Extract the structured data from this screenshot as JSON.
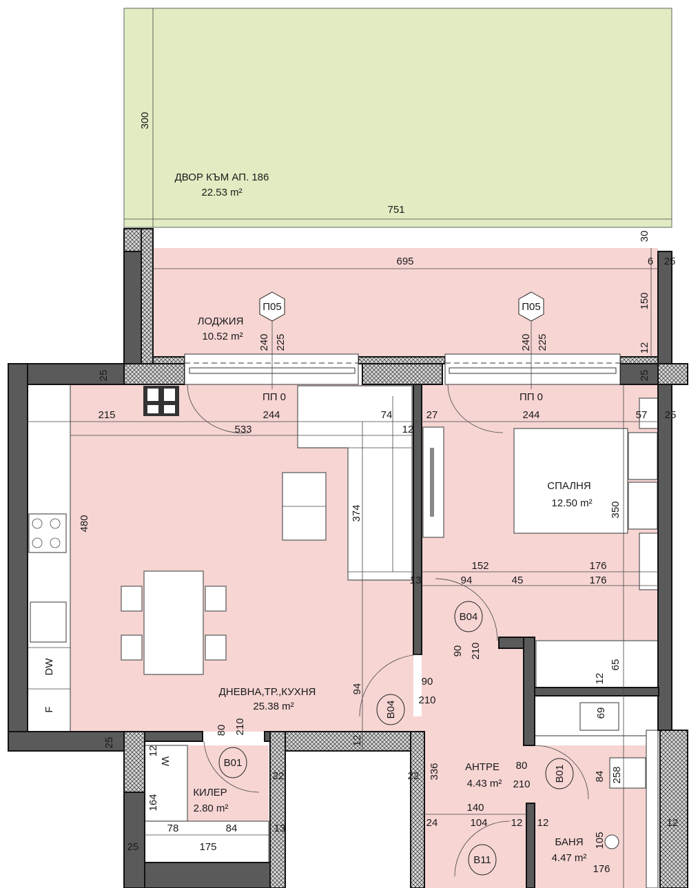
{
  "colors": {
    "yard": "#e1ecc2",
    "room": "#f6d5d3",
    "wall": "#5a5a5a"
  },
  "rooms": {
    "yard": {
      "name": "ДВОР КЪМ АП. 186",
      "area": "22.53 m²"
    },
    "loggia": {
      "name": "ЛОДЖИЯ",
      "area": "10.52 m²"
    },
    "bedroom": {
      "name": "СПАЛНЯ",
      "area": "12.50 m²"
    },
    "living": {
      "name": "ДНЕВНА,ТР.,КУХНЯ",
      "area": "25.38 m²"
    },
    "storage": {
      "name": "КИЛЕР",
      "area": "2.80 m²"
    },
    "hall": {
      "name": "АНТРЕ",
      "area": "4.43 m²"
    },
    "bath": {
      "name": "БАНЯ",
      "area": "4.47 m²"
    }
  },
  "tags": {
    "window_1": "П05",
    "window_2": "П05",
    "sill_1": "ПП 0",
    "sill_2": "ПП 0",
    "door_b04_a": "B04",
    "door_b04_b": "B04",
    "door_b01_a": "B01",
    "door_b01_b": "B01",
    "door_b11": "B11"
  },
  "appliances": {
    "dishwasher": "DW",
    "fridge": "F",
    "washer": "W"
  },
  "dimensions": [
    "300",
    "751",
    "30",
    "695",
    "6",
    "25",
    "150",
    "240",
    "225",
    "240",
    "225",
    "12",
    "25",
    "25",
    "215",
    "244",
    "74",
    "27",
    "244",
    "57",
    "25",
    "533",
    "12",
    "480",
    "374",
    "350",
    "152",
    "176",
    "13",
    "94",
    "45",
    "176",
    "90",
    "210",
    "65",
    "12",
    "94",
    "90",
    "210",
    "69",
    "80",
    "210",
    "12",
    "25",
    "12",
    "22",
    "22",
    "336",
    "80",
    "210",
    "84",
    "258",
    "164",
    "140",
    "24",
    "104",
    "12",
    "12",
    "12",
    "78",
    "84",
    "13",
    "25",
    "175",
    "105",
    "176"
  ]
}
